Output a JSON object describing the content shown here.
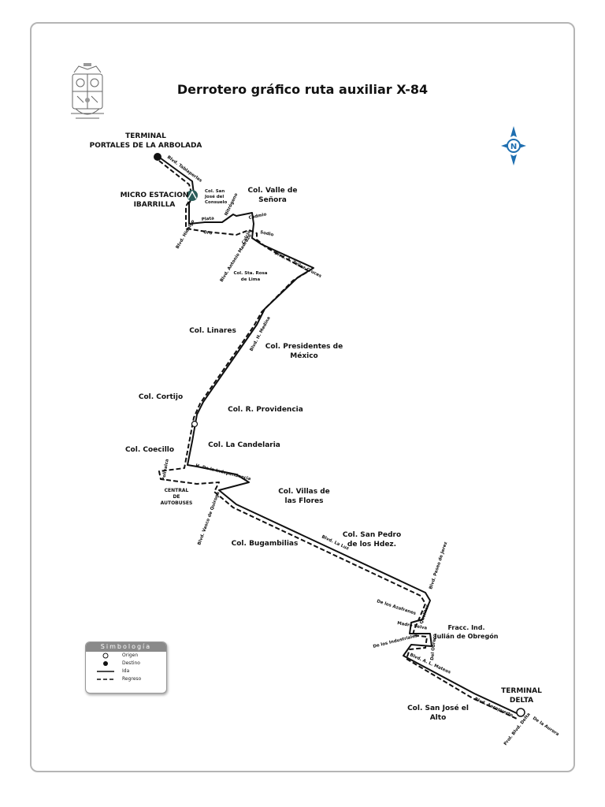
{
  "title": "Derrotero gráfico ruta auxiliar X-84",
  "icons": {
    "seal": "municipal-seal-icon",
    "compass": "north-compass-icon",
    "compass_letter": "N"
  },
  "terminals": {
    "origin_line1": "TERMINAL",
    "origin_line2": "PORTALES DE LA ARBOLADA",
    "micro_line1": "MICRO ESTACION",
    "micro_line2": "IBARRILLA",
    "dest_line1": "TERMINAL",
    "dest_line2": "DELTA",
    "central_line1": "CENTRAL",
    "central_line2": "DE",
    "central_line3": "AUTOBUSES"
  },
  "colonias": {
    "valle_1": "Col. Valle de",
    "valle_2": "Señora",
    "san_jose_consuelo_1": "Col. San",
    "san_jose_consuelo_2": "José del",
    "san_jose_consuelo_3": "Consuelo",
    "sta_rosa_1": "Col. Sta. Rosa",
    "sta_rosa_2": "de Lima",
    "linares": "Col. Linares",
    "presidentes_1": "Col. Presidentes de",
    "presidentes_2": "México",
    "cortijo": "Col. Cortijo",
    "providencia": "Col. R. Providencia",
    "candelaria": "Col. La Candelaria",
    "coecillo": "Col. Coecillo",
    "villas_1": "Col. Villas de",
    "villas_2": "las Flores",
    "san_pedro_1": "Col. San Pedro",
    "san_pedro_2": "de los Hdez.",
    "bugambilias": "Col. Bugambilias",
    "julian_1": "Fracc. Ind.",
    "julian_2": "Julián de Obregón",
    "san_jose_alto_1": "Col. San José el",
    "san_jose_alto_2": "Alto"
  },
  "streets": {
    "tablaperlas": "Blvd. Tablaperlas",
    "hidalgo": "Blvd. Hidalgo",
    "plata": "Plata",
    "oro": "Oro",
    "nitrogeno": "Nitrógeno",
    "calcio": "Calcio",
    "cadmio": "Cadmio",
    "sodio": "Sodio",
    "antonio_madrazo": "Blvd. Antonio Madrazo",
    "tellez_cruces": "Blvd. A. Tellez Cruces",
    "h_medina": "Blvd. H. Medina",
    "independencia": "H. De la Independencia",
    "polivalca": "Polivalca",
    "vasco_quiroga": "Blvd. Vasco de Quiroga",
    "la_luz": "Blvd. La Luz",
    "paseo_jerez": "Blvd. Paseo de Jerez",
    "azafranes": "De los Azafranes",
    "madre_selva": "Madre Selva",
    "quelites": "Quelites",
    "industriales": "De los Industriales",
    "del_obrero": "Del Obrero",
    "al_mateos": "Blvd. A. L. Mateos",
    "aeropuerto": "Blvd. Aeropuerto",
    "delta": "Prol. Blvd. Delta",
    "la_aurora": "De la Aurora"
  },
  "legend": {
    "title": "Simbología",
    "origin": "Origen",
    "destination": "Destino",
    "ida": "Ida",
    "regreso": "Regreso"
  },
  "colors": {
    "route": "#111111",
    "border": "#b5b5b5",
    "legend_header": "#8a8a8a",
    "compass": "#1f6fb0"
  }
}
